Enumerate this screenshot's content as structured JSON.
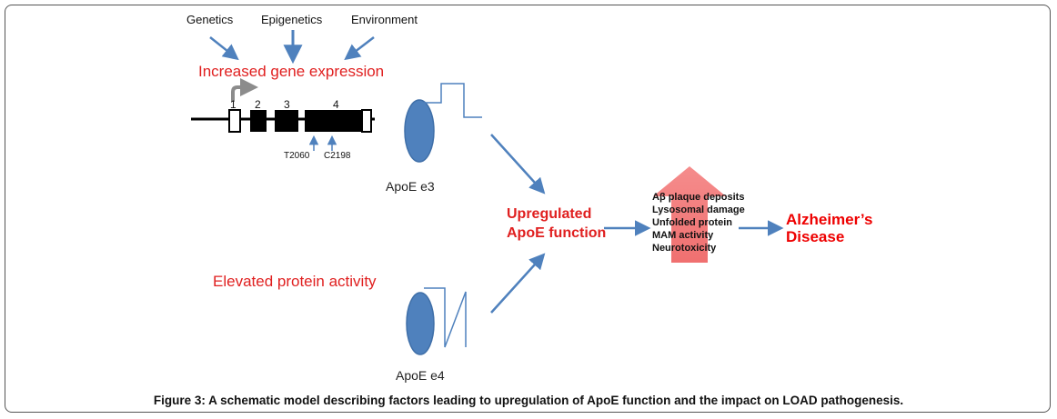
{
  "factors": [
    "Genetics",
    "Epigenetics",
    "Environment"
  ],
  "increased_expression": "Increased gene expression",
  "exons": [
    "1",
    "2",
    "3",
    "4"
  ],
  "mutations": [
    "T2060",
    "C2198"
  ],
  "apoe_e3": "ApoE e3",
  "apoe_e4": "ApoE e4",
  "elevated_activity": "Elevated protein activity",
  "upregulated": [
    "Upregulated",
    "ApoE function"
  ],
  "effects": [
    "Aβ plaque deposits",
    "Lysosomal damage",
    "Unfolded protein",
    "MAM activity",
    "Neurotoxicity"
  ],
  "disease": [
    "Alzheimer’s",
    "Disease"
  ],
  "caption": "Figure 3: A schematic model describing factors leading to upregulation of ApoE function and the impact on LOAD pathogenesis.",
  "colors": {
    "arrow": "#4f81bd",
    "ellipse": "#4f81bd",
    "big_arrow": "#f08080",
    "red_text": "#e02020"
  }
}
